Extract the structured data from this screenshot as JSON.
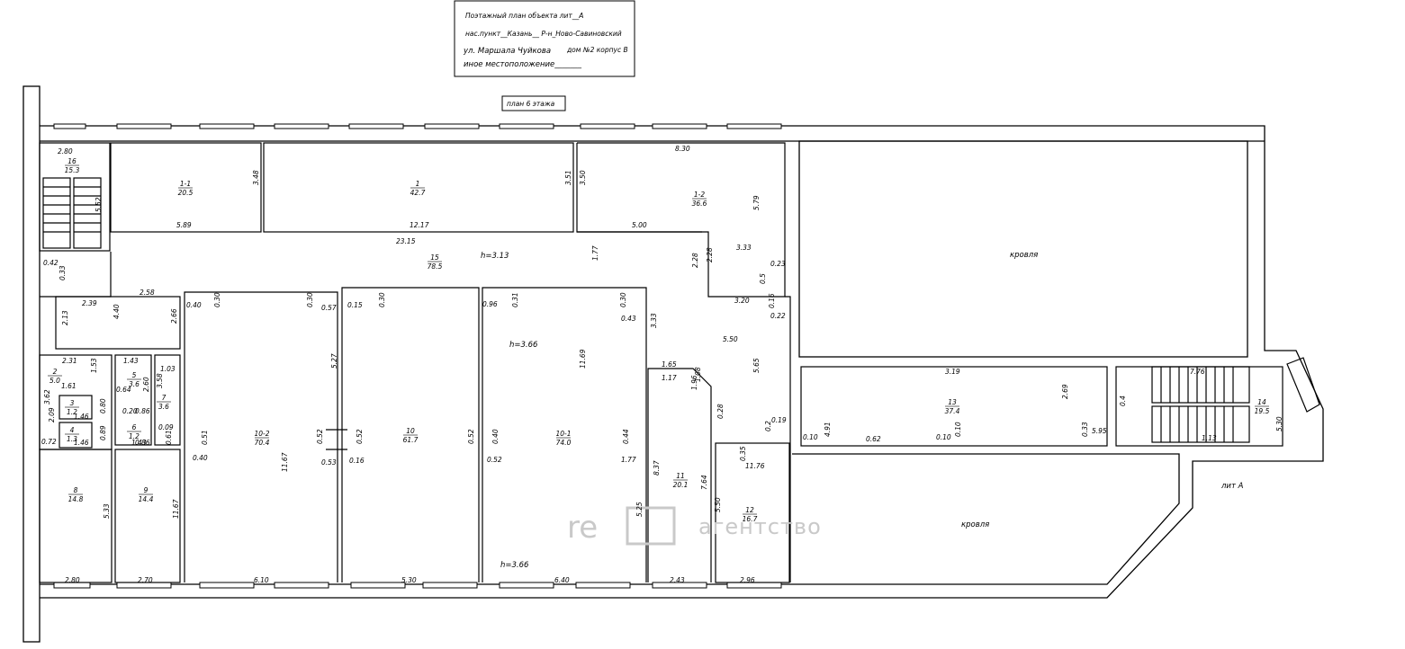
{
  "title_block": {
    "line1": "Поэтажный план объекта лит__А",
    "line2": "нас.пункт__Казань__  Р-н_Ново-Савиновский",
    "line3a": "ул. Маршала Чуйкова",
    "line3b": "дом №2  корпус В",
    "line4": "иное местоположение_______"
  },
  "floor_label": "план 6 этажа",
  "lit_label": "лит А",
  "roof_label": "кровля",
  "watermark": {
    "brand": "re",
    "word": "агентство"
  },
  "rooms": [
    {
      "id": "r1-1",
      "num": "1-1",
      "area": "20.5"
    },
    {
      "id": "r1",
      "num": "1",
      "area": "42.7"
    },
    {
      "id": "r1-2",
      "num": "1-2",
      "area": "36.6"
    },
    {
      "id": "r16",
      "num": "16",
      "area": "15.3"
    },
    {
      "id": "r15",
      "num": "15",
      "area": "78.5"
    },
    {
      "id": "r2",
      "num": "2",
      "area": "5.0"
    },
    {
      "id": "r3",
      "num": "3",
      "area": "1.2"
    },
    {
      "id": "r4",
      "num": "4",
      "area": "1.3"
    },
    {
      "id": "r5",
      "num": "5",
      "area": "3.6"
    },
    {
      "id": "r6",
      "num": "6",
      "area": "1.2"
    },
    {
      "id": "r7",
      "num": "7",
      "area": "3.6"
    },
    {
      "id": "r8",
      "num": "8",
      "area": "14.8"
    },
    {
      "id": "r9",
      "num": "9",
      "area": "14.4"
    },
    {
      "id": "r10-2",
      "num": "10-2",
      "area": "70.4"
    },
    {
      "id": "r10",
      "num": "10",
      "area": "61.7"
    },
    {
      "id": "r10-1",
      "num": "10-1",
      "area": "74.0"
    },
    {
      "id": "r11",
      "num": "11",
      "area": "20.1"
    },
    {
      "id": "r12",
      "num": "12",
      "area": "16.7"
    },
    {
      "id": "r13",
      "num": "13",
      "area": "37.4"
    },
    {
      "id": "r14",
      "num": "14",
      "area": "19.5"
    }
  ],
  "heights": {
    "corridor": "h=3.13",
    "room_top": "h=3.66",
    "room_bottom": "h=3.66"
  },
  "dims": [
    "2.80",
    "5.52",
    "0.42",
    "0.33",
    "5.89",
    "3.48",
    "12.17",
    "3.51",
    "3.50",
    "8.30",
    "5.00",
    "5.79",
    "3.33",
    "23.15",
    "1.77",
    "2.28",
    "2.28",
    "0.23",
    "3.20",
    "0.5",
    "0.16",
    "0.22",
    "2.58",
    "2.39",
    "4.40",
    "2.13",
    "2.66",
    "0.40",
    "0.30",
    "0.30",
    "0.57",
    "0.15",
    "0.30",
    "0.96",
    "0.31",
    "0.30",
    "0.43",
    "3.33",
    "5.50",
    "5.27",
    "11.69",
    "5.65",
    "2.31",
    "1.53",
    "1.43",
    "1.03",
    "1.61",
    "0.64",
    "2.60",
    "3.58",
    "3.62",
    "2.09",
    "1.46",
    "0.80",
    "0.20",
    "0.86",
    "0.09",
    "0.72",
    "1.46",
    "0.89",
    "1.43",
    "0.86",
    "0.61",
    "0.51",
    "0.40",
    "0.52",
    "0.53",
    "0.52",
    "0.16",
    "11.67",
    "0.52",
    "0.40",
    "0.52",
    "0.44",
    "1.77",
    "1.65",
    "1.17",
    "1.08",
    "1.96",
    "0.28",
    "0.2",
    "0.19",
    "0.35",
    "11.76",
    "3.19",
    "2.69",
    "0.4",
    "0.10",
    "4.91",
    "0.62",
    "0.10",
    "0.10",
    "0.33",
    "5.95",
    "7.76",
    "1.13",
    "5.30",
    "5.33",
    "11.67",
    "8.37",
    "5.25",
    "7.64",
    "5.50",
    "2.80",
    "2.70",
    "6.10",
    "5.30",
    "6.40",
    "2.43",
    "2.96"
  ]
}
